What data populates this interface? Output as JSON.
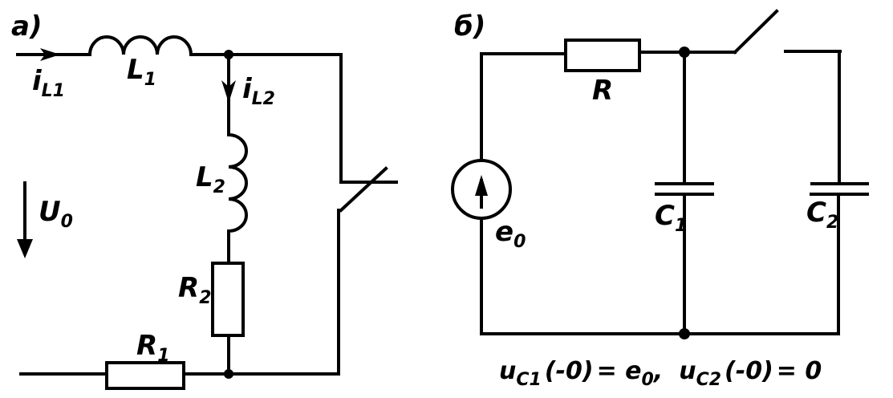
{
  "diagram_a": {
    "panel_label": "a)",
    "labels": {
      "i_L1": {
        "main": "i",
        "sub": "L1"
      },
      "L1": {
        "main": "L",
        "sub": "1"
      },
      "i_L2": {
        "main": "i",
        "sub": "L2"
      },
      "L2": {
        "main": "L",
        "sub": "2"
      },
      "U0": {
        "main": "U",
        "sub": "0"
      },
      "R1": {
        "main": "R",
        "sub": "1"
      },
      "R2": {
        "main": "R",
        "sub": "2"
      }
    },
    "components": [
      {
        "id": "L1",
        "type": "inductor"
      },
      {
        "id": "L2",
        "type": "inductor"
      },
      {
        "id": "R1",
        "type": "resistor"
      },
      {
        "id": "R2",
        "type": "resistor"
      },
      {
        "id": "S1",
        "type": "switch",
        "state": "closing"
      }
    ]
  },
  "diagram_b": {
    "panel_label": "б)",
    "labels": {
      "R": {
        "main": "R",
        "sub": ""
      },
      "e0": {
        "main": "e",
        "sub": "0"
      },
      "C1": {
        "main": "C",
        "sub": "1"
      },
      "C2": {
        "main": "C",
        "sub": "2"
      }
    },
    "components": [
      {
        "id": "e0",
        "type": "voltage-source"
      },
      {
        "id": "R",
        "type": "resistor"
      },
      {
        "id": "C1",
        "type": "capacitor"
      },
      {
        "id": "C2",
        "type": "capacitor"
      },
      {
        "id": "S2",
        "type": "switch",
        "state": "open"
      }
    ],
    "initial_conditions": {
      "uc1": {
        "main": "u",
        "sub": "C1",
        "arg": "(-0)",
        "eq": "= ",
        "rhs_main": "e",
        "rhs_sub": "0",
        "sep": ","
      },
      "uc2": {
        "main": "u",
        "sub": "C2",
        "arg": "(-0)",
        "eq": "= ",
        "rhs": "0"
      }
    }
  }
}
